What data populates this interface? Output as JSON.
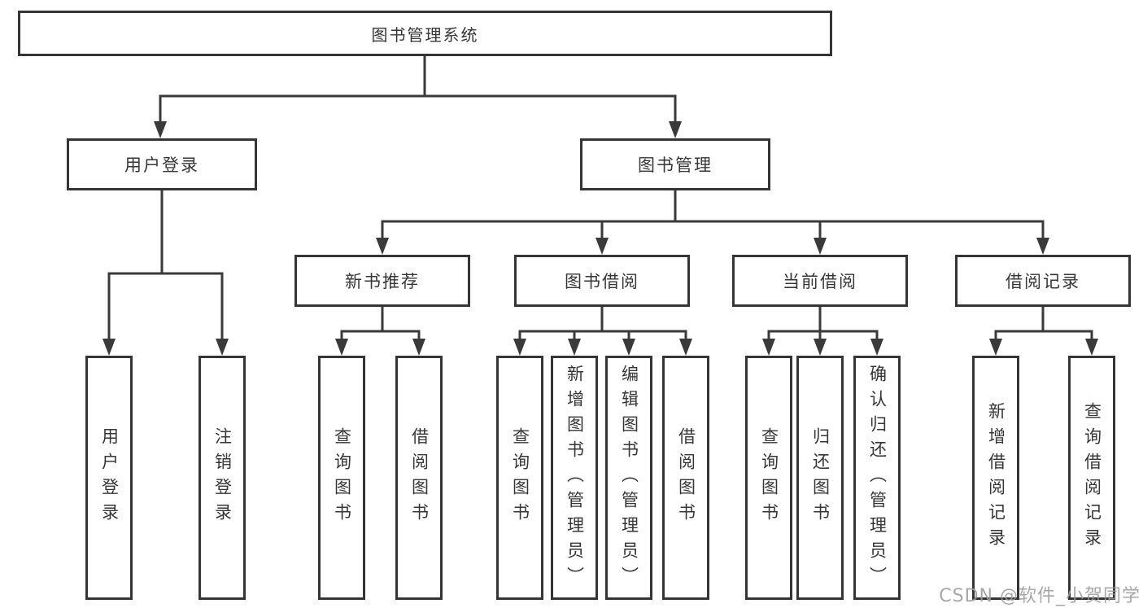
{
  "diagram": {
    "title": "图书管理系统",
    "root": {
      "label": "图书管理系统"
    },
    "level2": [
      {
        "label": "用户登录"
      },
      {
        "label": "图书管理"
      }
    ],
    "level3": [
      {
        "label": "新书推荐"
      },
      {
        "label": "图书借阅"
      },
      {
        "label": "当前借阅"
      },
      {
        "label": "借阅记录"
      }
    ],
    "leaves": {
      "user_login": [
        "用户登录",
        "注销登录"
      ],
      "new_books": [
        "查询图书",
        "借阅图书"
      ],
      "book_borrow": [
        "查询图书",
        "新增图书（管理员）",
        "编辑图书（管理员）",
        "借阅图书"
      ],
      "current_borrow": [
        "查询图书",
        "归还图书",
        "确认归还（管理员）"
      ],
      "borrow_records": [
        "新增借阅记录",
        "查询借阅记录"
      ]
    }
  },
  "watermark": "CSDN @软件_小贺同学",
  "colors": {
    "line": "#3a3a3a",
    "border": "#353535",
    "text": "#363636",
    "background": "#ffffff",
    "watermark": "#9b9b9b"
  }
}
